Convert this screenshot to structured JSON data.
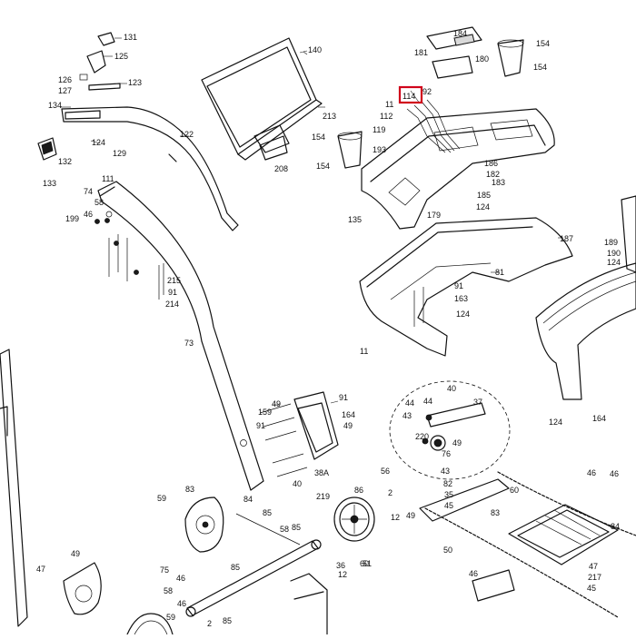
{
  "diagram": {
    "highlight_callout": "114",
    "highlight_color": "#d0021b",
    "callouts": [
      "131",
      "125",
      "126",
      "127",
      "123",
      "134",
      "124",
      "132",
      "133",
      "140",
      "213",
      "208",
      "122",
      "129",
      "111",
      "74",
      "58",
      "46",
      "199",
      "215",
      "91",
      "214",
      "73",
      "184",
      "181",
      "180",
      "154",
      "154",
      "154",
      "154",
      "114",
      "92",
      "11",
      "112",
      "119",
      "193",
      "186",
      "182",
      "183",
      "185",
      "124",
      "179",
      "135",
      "187",
      "189",
      "190",
      "124",
      "81",
      "91",
      "163",
      "124",
      "11",
      "124",
      "164",
      "49",
      "91",
      "159",
      "164",
      "91",
      "49",
      "38A",
      "40",
      "43",
      "44",
      "44",
      "43",
      "40",
      "37",
      "220",
      "49",
      "76",
      "56",
      "46",
      "59",
      "83",
      "84",
      "85",
      "58",
      "219",
      "86",
      "85",
      "12",
      "2",
      "49",
      "36",
      "51",
      "60",
      "83",
      "84",
      "85",
      "50",
      "82",
      "35",
      "45",
      "46",
      "47",
      "217",
      "45",
      "46",
      "47",
      "49",
      "75",
      "46",
      "58",
      "46",
      "59",
      "85",
      "60",
      "2",
      "12",
      "12"
    ]
  }
}
